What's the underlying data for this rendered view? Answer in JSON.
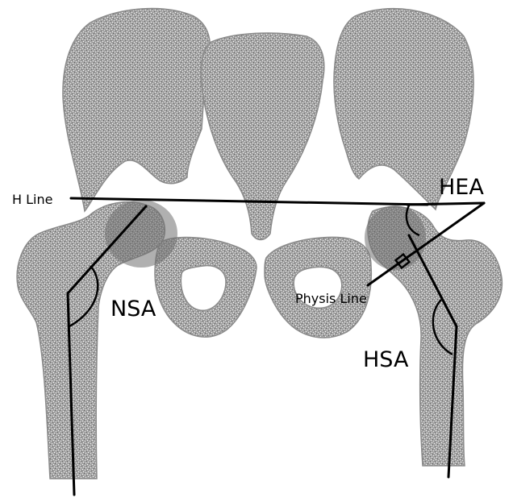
{
  "diagram": {
    "labels": {
      "h_line": "H Line",
      "hea": "HEA",
      "nsa": "NSA",
      "physis_line": "Physis Line",
      "hsa": "HSA"
    },
    "colors": {
      "bone": "#9a9a9a",
      "bone_shadow": "#6f6f6f",
      "line": "#000000",
      "background": "#ffffff"
    }
  }
}
